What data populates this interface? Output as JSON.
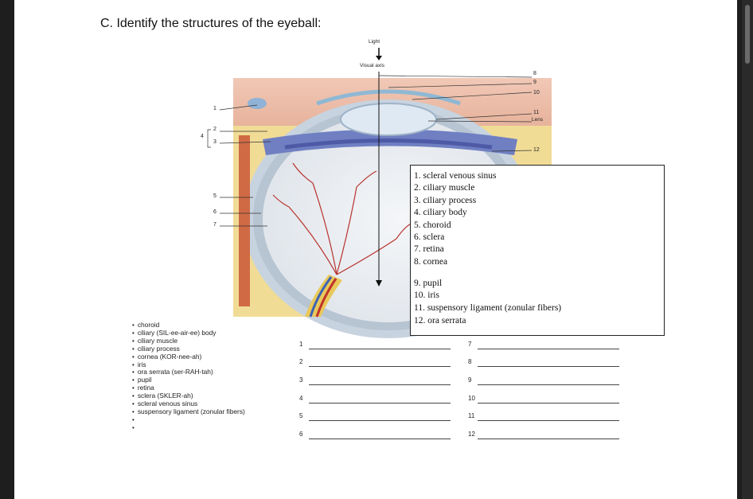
{
  "title": "C. Identify the structures of the eyeball:",
  "diagram": {
    "light": "Light",
    "visual_axis": "Visual axis",
    "lens": "Lens",
    "left_nums": [
      "1",
      "2",
      "3",
      "4",
      "5",
      "6",
      "7"
    ],
    "right_nums": [
      "8",
      "9",
      "10",
      "11",
      "12"
    ]
  },
  "key": [
    "1. scleral venous sinus",
    "2. ciliary muscle",
    "3. ciliary process",
    "4. ciliary body",
    "5. choroid",
    "6. sclera",
    "7. retina",
    "8. cornea",
    "9. pupil",
    "10. iris",
    "11. suspensory ligament (zonular fibers)",
    "12. ora serrata"
  ],
  "word_bank": [
    "choroid",
    "ciliary (SIL-ee-air-ee) body",
    "ciliary muscle",
    "ciliary process",
    "cornea (KOR-nee-ah)",
    "iris",
    "ora serrata (ser-RAH-tah)",
    "pupil",
    "retina",
    "sclera (SKLER-ah)",
    "scleral venous sinus",
    "suspensory ligament (zonular fibers)"
  ],
  "blanks": [
    "1",
    "2",
    "3",
    "4",
    "5",
    "6",
    "7",
    "8",
    "9",
    "10",
    "11",
    "12"
  ],
  "colors": {
    "sclera": "#c7d3df",
    "iris": "#4e5aa6",
    "muscle": "#d06a45",
    "fat": "#f1dc96",
    "vessel": "#b8322e"
  }
}
